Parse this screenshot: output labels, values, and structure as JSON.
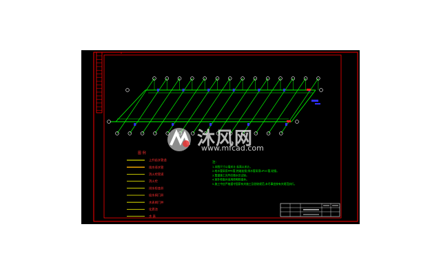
{
  "legend": {
    "title": "图 例",
    "items": [
      "上升给水管道",
      "雨水排水管",
      "消火栓管道",
      "消火栓",
      "排水检查井",
      "给水阀门井",
      "水表阀门井",
      "化粪池",
      "水 表"
    ]
  },
  "notes": {
    "title": "注:",
    "lines": [
      "1.本图尺寸以毫米计,标高以米计。",
      "2.给水管采用PPR管,热熔连接;排水管采用UPVC管,粘接。",
      "3.管道施工完毕应做水压试验。",
      "4.室外检查井采用砖砌检查井。",
      "5.施工中应严格遵守国家有关施工及验收规范,未尽事宜按有关规范执行。"
    ]
  },
  "title_block": {
    "cells": [
      "",
      "",
      "",
      "",
      "",
      ""
    ]
  },
  "watermark": {
    "brand": "沐风网",
    "url": "www.mfcad.com"
  },
  "colors": {
    "background": "#000000",
    "frame": "#ff0000",
    "pipe": "#00ff00",
    "node": "#ffffff",
    "fixture": "#3030ff",
    "legend_line": "#ffff00",
    "legend_text": "#ff3030",
    "notes_text": "#00ff00"
  },
  "icons": [
    "axis-bubble-icon",
    "fixture-icon",
    "watermark-logo-icon"
  ]
}
